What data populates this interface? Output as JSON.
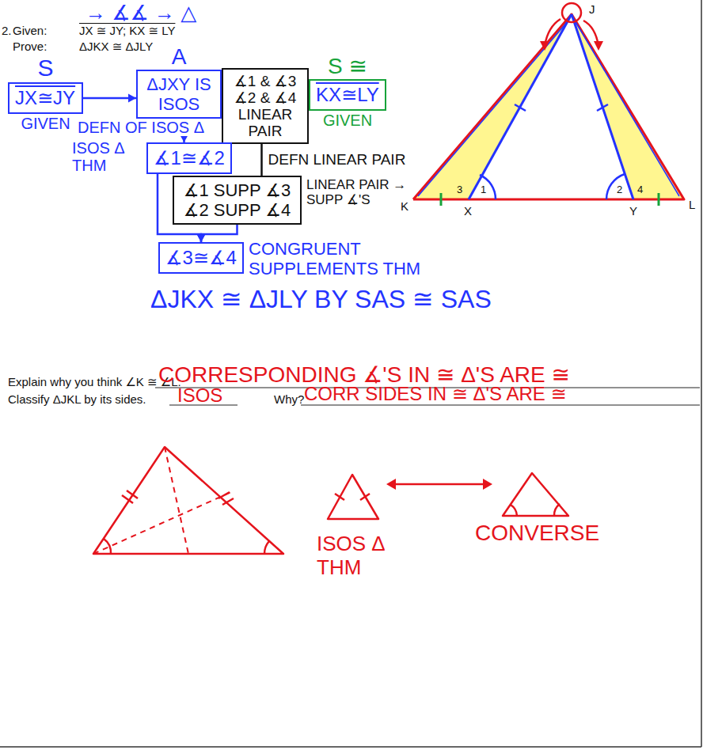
{
  "diagram": {
    "nodes": [
      {
        "text": [
          "S",
          "JX≅JY",
          "GIVEN"
        ]
      },
      {
        "text": [
          "A",
          "ΔJXY IS ISOS",
          "DEFN OF ISOS Δ"
        ]
      },
      {
        "text": [
          "∡1 & ∡3 ∡2 & ∡4 LINEAR PAIR"
        ]
      },
      {
        "text": [
          "S ≅",
          "KX≅LY",
          "GIVEN"
        ]
      },
      {
        "text": [
          "ISOS Δ THM",
          "∡1≅∡2"
        ]
      },
      {
        "text": [
          "∡1 SUPP ∡3 ∡2 SUPP ∡4",
          "LINEAR PAIR → SUPP ∡'S"
        ]
      },
      {
        "text": [
          "∡3≅∡4",
          "CONGRUENT SUPPLEMENTS THM"
        ]
      }
    ],
    "edges": [
      {
        "from": 0,
        "to": 1,
        "arrow": "to"
      },
      {
        "from": 1,
        "to": 4,
        "arrow": "to"
      },
      {
        "from": 2,
        "to": 5,
        "label": "DEFN LINEAR PAIR",
        "arrow": "none"
      },
      {
        "from": 4,
        "to": 6,
        "arrow": "to"
      },
      {
        "from": 5,
        "to": 6,
        "arrow": "to"
      }
    ],
    "labels": [
      "→ ∡∡ → △",
      "2.",
      "Given:",
      "JX ≅ JY; KX ≅ LY",
      "Prove:",
      "ΔJKX ≅ ΔJLY",
      "J",
      "K",
      "X",
      "Y",
      "L",
      "3",
      "1",
      "2",
      "4",
      "ΔJKX ≅ ΔJLY BY SAS ≅ SAS",
      "Explain why you think ∠K ≅ ∠L:",
      "CORRESPONDING ∡'S IN ≅ Δ'S ARE ≅",
      "Classify ΔJKL by its sides.",
      "ISOS",
      "Why?",
      "CORR SIDES IN ≅ Δ'S ARE ≅",
      "ISOS Δ THM",
      "CONVERSE"
    ]
  }
}
